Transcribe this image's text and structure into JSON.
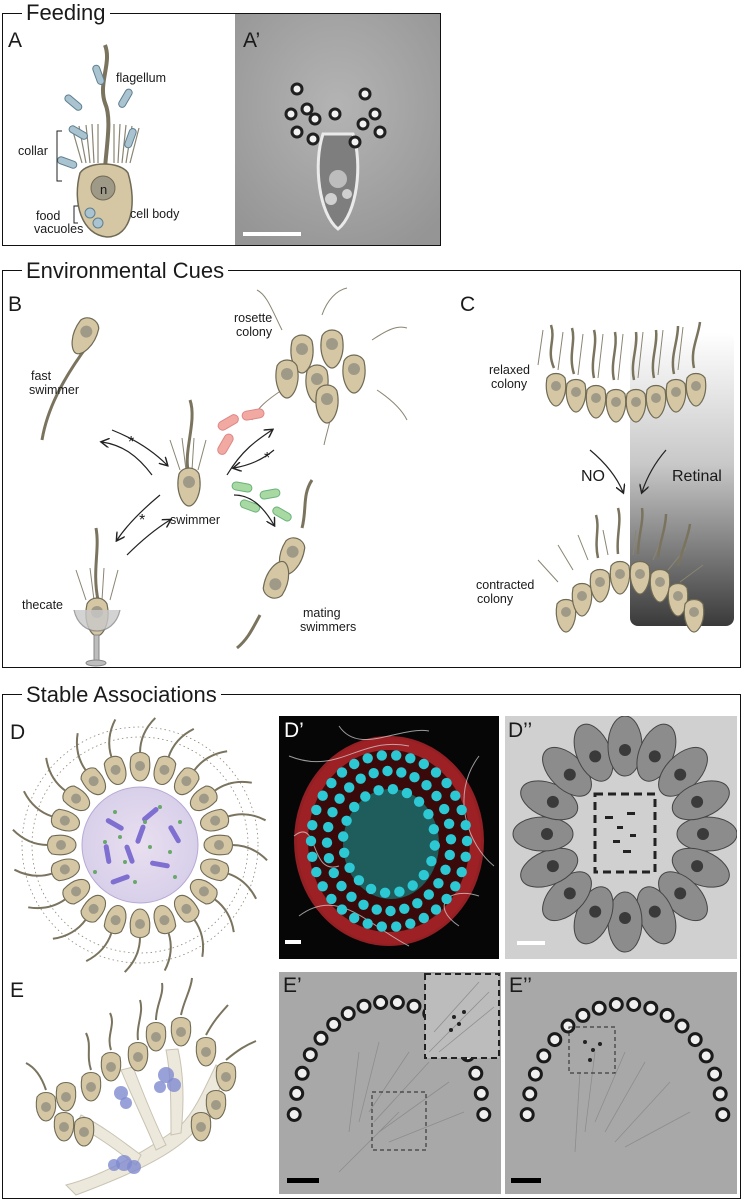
{
  "sections": {
    "feeding": "Feeding",
    "environmental": "Environmental Cues",
    "stable": "Stable Associations"
  },
  "panels": {
    "A": "A",
    "A_prime": "A’",
    "B": "B",
    "C": "C",
    "D": "D",
    "D_prime": "D’",
    "D_double": "D’’",
    "E": "E",
    "E_prime": "E’",
    "E_double": "E’’"
  },
  "labels_a": {
    "flagellum": "flagellum",
    "collar": "collar",
    "nucleus": "n",
    "cell_body": "cell body",
    "food": "food",
    "vacuoles": "vacuoles"
  },
  "labels_b": {
    "rosette": "rosette",
    "colony": "colony",
    "fast": "fast",
    "swimmer_fast": "swimmer",
    "swimmer": "swimmer",
    "thecate": "thecate",
    "mating": "mating",
    "swimmers": "swimmers",
    "star": "*"
  },
  "labels_c": {
    "relaxed": "relaxed",
    "colony1": "colony",
    "contracted": "contracted",
    "colony2": "colony",
    "no": "NO",
    "retinal": "Retinal"
  },
  "colors": {
    "cell": "#d6c7a4",
    "cell_edge": "#6f6a55",
    "nucleus": "#9f9a88",
    "bacteria_blue": "#a9c3d0",
    "bacteria_red": "#f1a9a2",
    "bacteria_green": "#a8d9a3",
    "ecm_blue": "#7f6fd0",
    "dapi": "#2cc8d4"
  }
}
